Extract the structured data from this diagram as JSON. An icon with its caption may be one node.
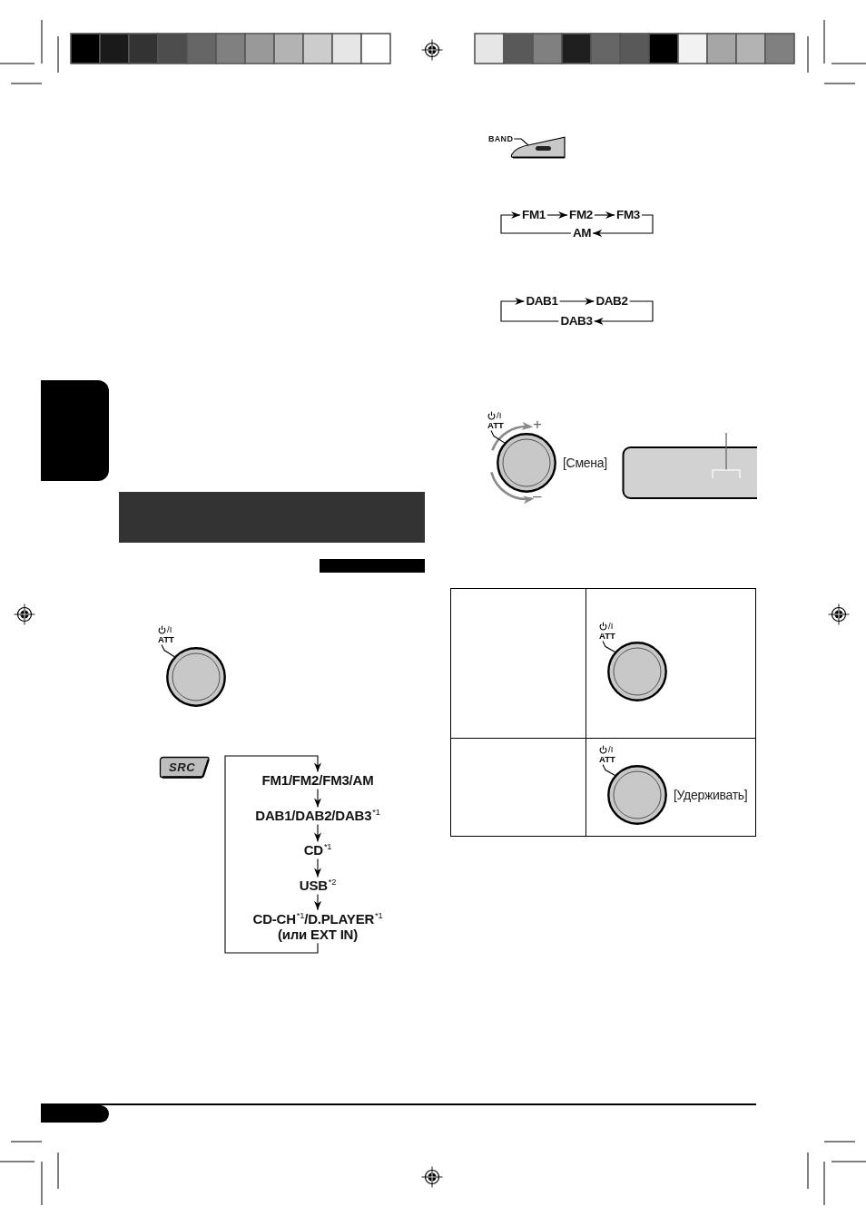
{
  "diagram": {
    "nodes": [
      {
        "text": [],
        "shape": "box"
      },
      {
        "text": [],
        "shape": "bar"
      },
      {
        "text": [],
        "shape": "bar"
      },
      {
        "text": [
          "/I",
          "ATT"
        ]
      },
      {
        "text": [],
        "shape": "circle"
      },
      {
        "text": [
          "SRC"
        ]
      },
      {
        "text": [
          "FM1/FM2/FM3/AM"
        ]
      },
      {
        "text": [
          "DAB1/DAB2/DAB3$^{*1}$"
        ]
      },
      {
        "text": [
          "CD$^{*1}$"
        ]
      },
      {
        "text": [
          "USB$^{*2}$"
        ]
      },
      {
        "text": [
          "CD-CH$^{*1}$/D.PLAYER$^{*1}$ (или EXT IN)"
        ]
      },
      {
        "text": [
          "BAND"
        ]
      },
      {
        "text": [],
        "shape": "button"
      },
      {
        "text": [
          "FM1"
        ]
      },
      {
        "text": [
          "FM2"
        ]
      },
      {
        "text": [
          "FM3"
        ]
      },
      {
        "text": [
          "AM"
        ]
      },
      {
        "text": [
          "DAB1"
        ]
      },
      {
        "text": [
          "DAB2"
        ]
      },
      {
        "text": [
          "DAB3"
        ]
      },
      {
        "text": [
          "/I",
          "ATT"
        ]
      },
      {
        "text": [],
        "shape": "circle",
        "beside": [
          "[Смена]"
        ]
      },
      {
        "text": [
          "/I",
          "ATT"
        ]
      },
      {
        "text": [],
        "shape": "circle"
      },
      {
        "text": [
          "/I",
          "ATT"
        ]
      },
      {
        "text": [],
        "shape": "circle",
        "beside": [
          "[Удерживать]"
        ]
      }
    ],
    "edges": [
      {
        "from": 3,
        "to": 4,
        "arrow": "none"
      },
      {
        "from": 6,
        "to": 7,
        "arrow": "to"
      },
      {
        "from": 7,
        "to": 8,
        "arrow": "to"
      },
      {
        "from": 8,
        "to": 9,
        "arrow": "to"
      },
      {
        "from": 9,
        "to": 10,
        "arrow": "to"
      },
      {
        "from": 10,
        "to": 6,
        "arrow": "to"
      },
      {
        "from": 11,
        "to": 12,
        "arrow": "none"
      },
      {
        "from": 13,
        "to": 14,
        "arrow": "to"
      },
      {
        "from": 14,
        "to": 15,
        "arrow": "to"
      },
      {
        "from": 15,
        "to": 16,
        "arrow": "to"
      },
      {
        "from": 16,
        "to": 13,
        "arrow": "to"
      },
      {
        "from": 17,
        "to": 18,
        "arrow": "to"
      },
      {
        "from": 18,
        "to": 19,
        "arrow": "to"
      },
      {
        "from": 19,
        "to": 17,
        "arrow": "to"
      },
      {
        "from": 20,
        "to": 21,
        "arrow": "none"
      },
      {
        "from": 22,
        "to": 23,
        "arrow": "none"
      },
      {
        "from": 24,
        "to": 25,
        "arrow": "none"
      }
    ],
    "labels": [
      "+",
      "–"
    ]
  }
}
